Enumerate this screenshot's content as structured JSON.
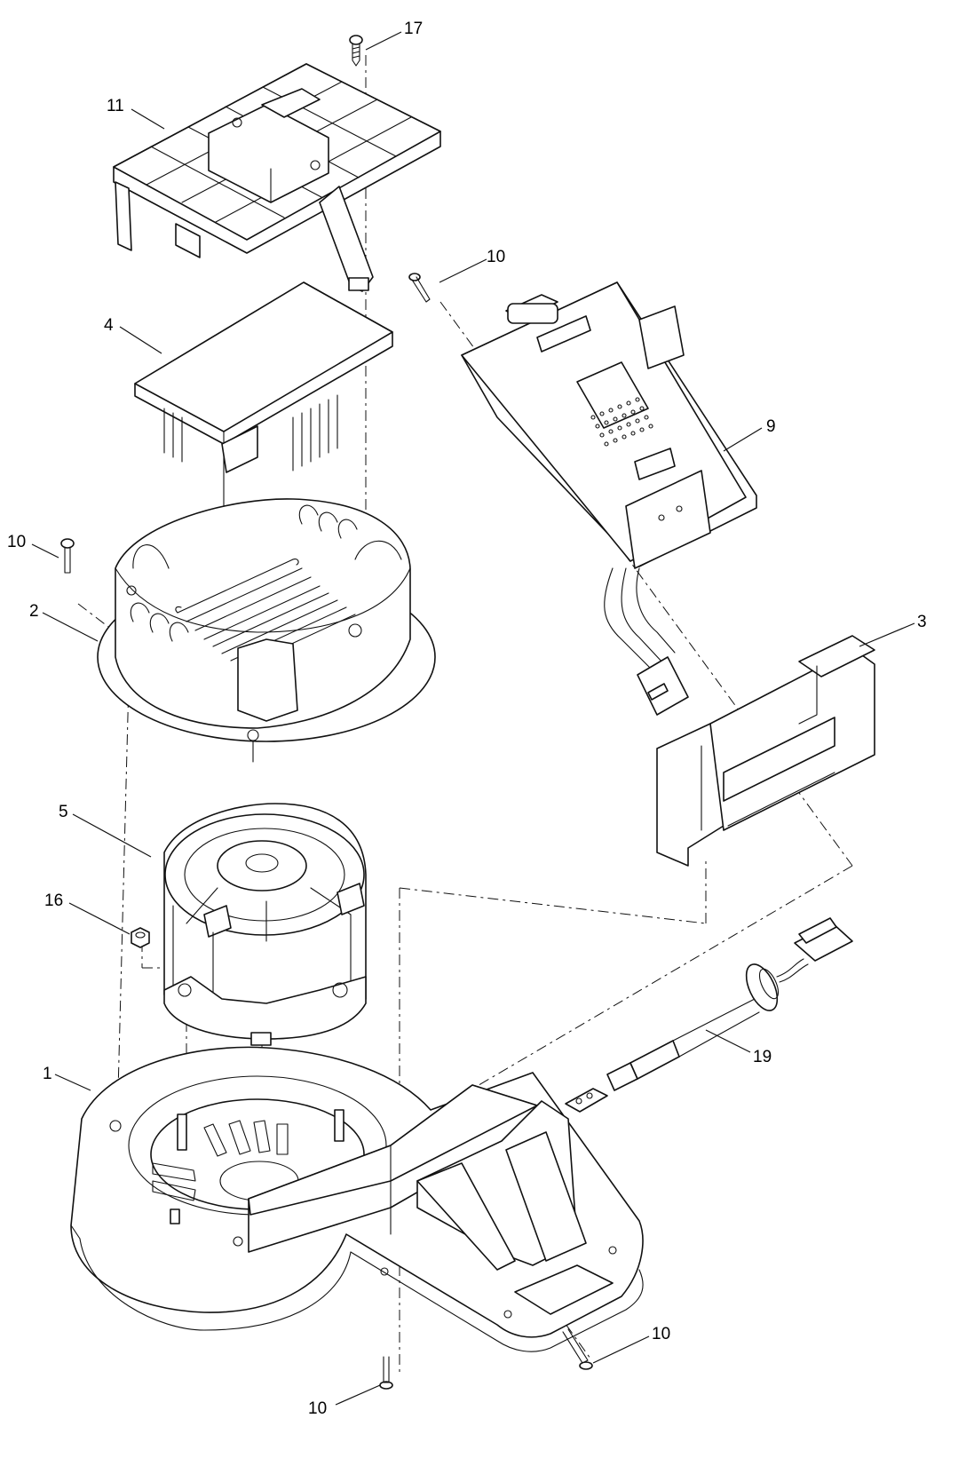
{
  "diagram": {
    "type": "exploded-parts-view",
    "callouts": [
      {
        "id": "cb-17",
        "label": "17"
      },
      {
        "id": "cb-11",
        "label": "11"
      },
      {
        "id": "cb-10a",
        "label": "10"
      },
      {
        "id": "cb-4",
        "label": "4"
      },
      {
        "id": "cb-9",
        "label": "9"
      },
      {
        "id": "cb-10b",
        "label": "10"
      },
      {
        "id": "cb-2",
        "label": "2"
      },
      {
        "id": "cb-3",
        "label": "3"
      },
      {
        "id": "cb-5",
        "label": "5"
      },
      {
        "id": "cb-16",
        "label": "16"
      },
      {
        "id": "cb-19",
        "label": "19"
      },
      {
        "id": "cb-1",
        "label": "1"
      },
      {
        "id": "cb-10c",
        "label": "10"
      },
      {
        "id": "cb-10d",
        "label": "10"
      }
    ]
  }
}
